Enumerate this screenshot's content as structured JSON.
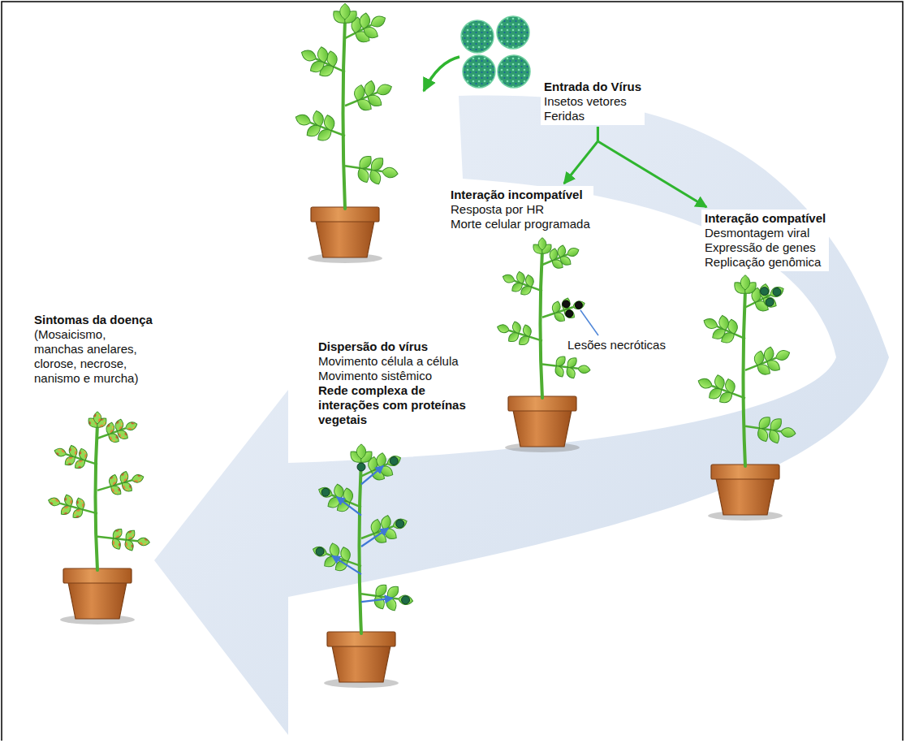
{
  "diagram": {
    "nodes": [
      {
        "text": [
          "Entrada do Vírus",
          "Insetos vetores",
          "Feridas"
        ]
      },
      {
        "text": [
          "Interação incompatível",
          "Resposta por HR",
          "Morte celular programada"
        ]
      },
      {
        "text": [
          "Interação compatível",
          "Desmontagem viral",
          "Expressão de genes",
          "Replicação genômica"
        ]
      },
      {
        "text": [
          "Sintomas da doença",
          "(Mosaicismo, manchas anelares, clorose, necrose, nanismo e murcha)"
        ]
      },
      {
        "text": [
          "Dispersão do vírus",
          "Movimento célula a célula",
          "Movimento sistêmico",
          "Rede complexa de interações com proteínas vegetais"
        ]
      }
    ],
    "edges": [
      {
        "from": 0,
        "to": 1,
        "arrow": "to"
      },
      {
        "from": 0,
        "to": 2,
        "arrow": "to"
      }
    ],
    "labels": [
      "Lesões necróticas"
    ]
  }
}
